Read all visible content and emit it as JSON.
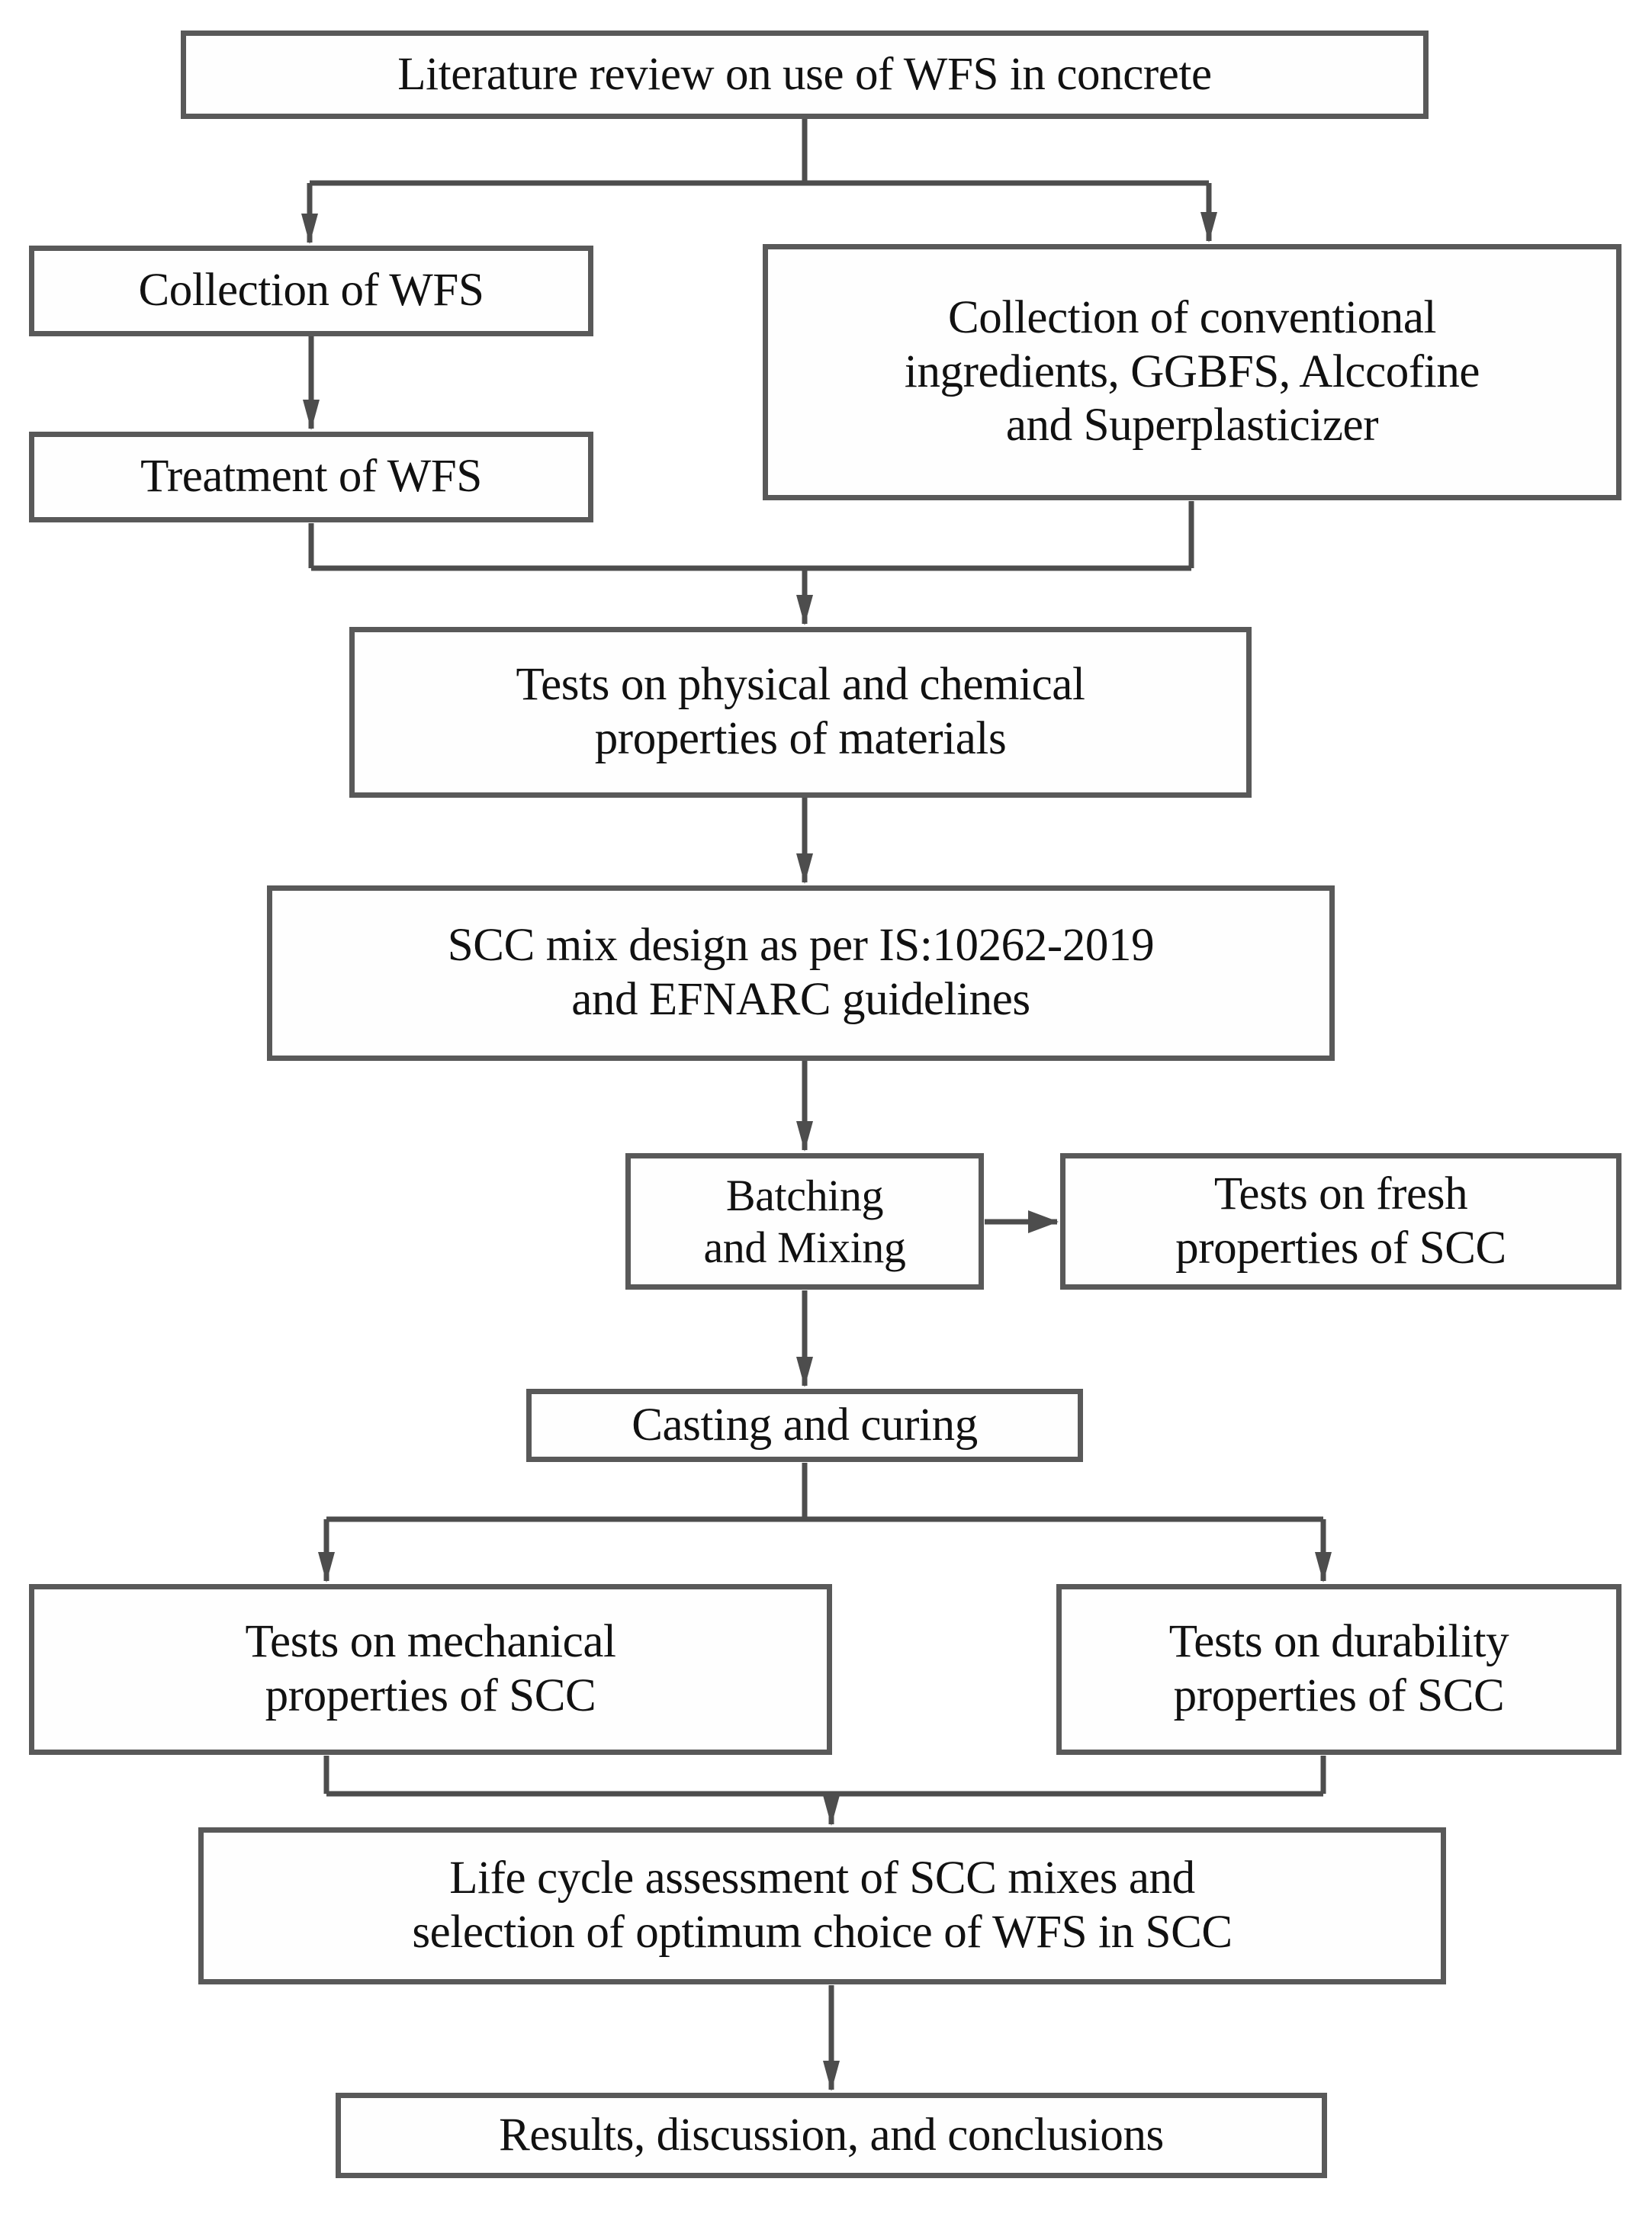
{
  "diagram": {
    "title": "Research methodology flowchart for use of WFS in SCC",
    "colors": {
      "box_border": "#595959",
      "box_fill": "#fefefe",
      "edge": "#4d4d4d",
      "text": "#111111",
      "background": "#ffffff"
    },
    "nodes": [
      {
        "id": "literature_review",
        "label": "Literature review on use of WFS in concrete"
      },
      {
        "id": "collection_wfs",
        "label": "Collection of WFS"
      },
      {
        "id": "treatment_wfs",
        "label": "Treatment of WFS"
      },
      {
        "id": "collection_conv",
        "label": "Collection of conventional\ningredients, GGBFS, Alccofine\nand Superplasticizer"
      },
      {
        "id": "tests_phys_chem",
        "label": "Tests on physical and chemical\nproperties of materials"
      },
      {
        "id": "scc_mix_design",
        "label": "SCC mix design as per IS:10262-2019\nand EFNARC guidelines"
      },
      {
        "id": "batching_mixing",
        "label": "Batching\nand Mixing"
      },
      {
        "id": "tests_fresh",
        "label": "Tests on fresh\nproperties of SCC"
      },
      {
        "id": "casting_curing",
        "label": "Casting and curing"
      },
      {
        "id": "tests_mechanical",
        "label": "Tests on mechanical\nproperties of SCC"
      },
      {
        "id": "tests_durability",
        "label": "Tests on  durability\nproperties of SCC"
      },
      {
        "id": "life_cycle",
        "label": "Life cycle assessment of SCC mixes and\nselection of optimum choice of WFS in SCC"
      },
      {
        "id": "results",
        "label": "Results, discussion, and conclusions"
      }
    ],
    "edges": [
      {
        "from": "literature_review",
        "to": "collection_wfs",
        "type": "split-down-arrow"
      },
      {
        "from": "literature_review",
        "to": "collection_conv",
        "type": "split-down-arrow"
      },
      {
        "from": "collection_wfs",
        "to": "treatment_wfs",
        "type": "straight-down-arrow"
      },
      {
        "from": "treatment_wfs",
        "to": "tests_phys_chem",
        "type": "merge-down-arrow"
      },
      {
        "from": "collection_conv",
        "to": "tests_phys_chem",
        "type": "merge-down-arrow"
      },
      {
        "from": "tests_phys_chem",
        "to": "scc_mix_design",
        "type": "straight-down-arrow"
      },
      {
        "from": "scc_mix_design",
        "to": "batching_mixing",
        "type": "straight-down-arrow"
      },
      {
        "from": "batching_mixing",
        "to": "tests_fresh",
        "type": "straight-right-arrow"
      },
      {
        "from": "batching_mixing",
        "to": "casting_curing",
        "type": "straight-down-arrow"
      },
      {
        "from": "casting_curing",
        "to": "tests_mechanical",
        "type": "split-down-arrow"
      },
      {
        "from": "casting_curing",
        "to": "tests_durability",
        "type": "split-down-arrow"
      },
      {
        "from": "tests_mechanical",
        "to": "life_cycle",
        "type": "merge-down-arrow"
      },
      {
        "from": "tests_durability",
        "to": "life_cycle",
        "type": "merge-down-arrow"
      },
      {
        "from": "life_cycle",
        "to": "results",
        "type": "straight-down-arrow"
      }
    ]
  }
}
